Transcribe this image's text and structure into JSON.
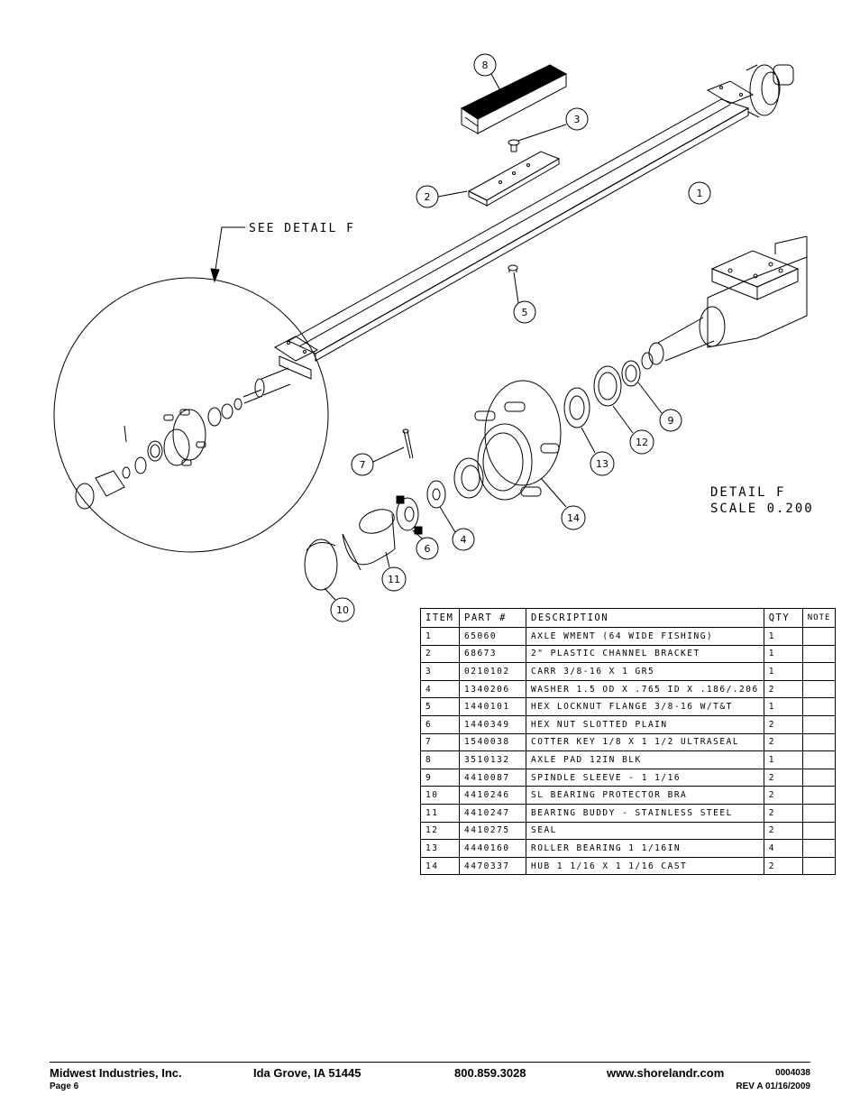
{
  "drawing": {
    "detail_callout": "SEE DETAIL  F",
    "detail_title": "DETAIL  F",
    "detail_scale": "SCALE  0.200",
    "balloons": [
      "1",
      "2",
      "3",
      "4",
      "5",
      "6",
      "7",
      "8",
      "9",
      "10",
      "11",
      "12",
      "13",
      "14"
    ]
  },
  "bom": {
    "headers": [
      "ITEM",
      "PART #",
      "DESCRIPTION",
      "QTY",
      "NOTE"
    ],
    "rows": [
      [
        "1",
        "65060",
        "AXLE WMENT (64 WIDE FISHING)",
        "1",
        ""
      ],
      [
        "2",
        "68673",
        "2\" PLASTIC CHANNEL BRACKET",
        "1",
        ""
      ],
      [
        "3",
        "0210102",
        "CARR 3/8-16 X 1 GR5",
        "1",
        ""
      ],
      [
        "4",
        "1340206",
        "WASHER 1.5 OD X .765 ID X .186/.206",
        "2",
        ""
      ],
      [
        "5",
        "1440101",
        "HEX LOCKNUT FLANGE 3/8-16 W/T&T",
        "1",
        ""
      ],
      [
        "6",
        "1440349",
        "HEX NUT SLOTTED PLAIN",
        "2",
        ""
      ],
      [
        "7",
        "1540038",
        "COTTER KEY 1/8 X 1 1/2 ULTRASEAL",
        "2",
        ""
      ],
      [
        "8",
        "3510132",
        "AXLE PAD 12IN  BLK",
        "1",
        ""
      ],
      [
        "9",
        "4410087",
        "SPINDLE SLEEVE - 1 1/16",
        "2",
        ""
      ],
      [
        "10",
        "4410246",
        "SL BEARING PROTECTOR BRA",
        "2",
        ""
      ],
      [
        "11",
        "4410247",
        "BEARING BUDDY - STAINLESS STEEL",
        "2",
        ""
      ],
      [
        "12",
        "4410275",
        "SEAL",
        "2",
        ""
      ],
      [
        "13",
        "4440160",
        "ROLLER BEARING   1 1/16IN",
        "4",
        ""
      ],
      [
        "14",
        "4470337",
        "HUB   1 1/16 X 1 1/16 CAST",
        "2",
        ""
      ]
    ]
  },
  "footer": {
    "company": "Midwest Industries, Inc.",
    "location": "Ida Grove, IA  51445",
    "phone": "800.859.3028",
    "website": "www.shorelandr.com",
    "doc_number": "0004038",
    "page": "Page 6",
    "revision": "REV A  01/16/2009"
  }
}
